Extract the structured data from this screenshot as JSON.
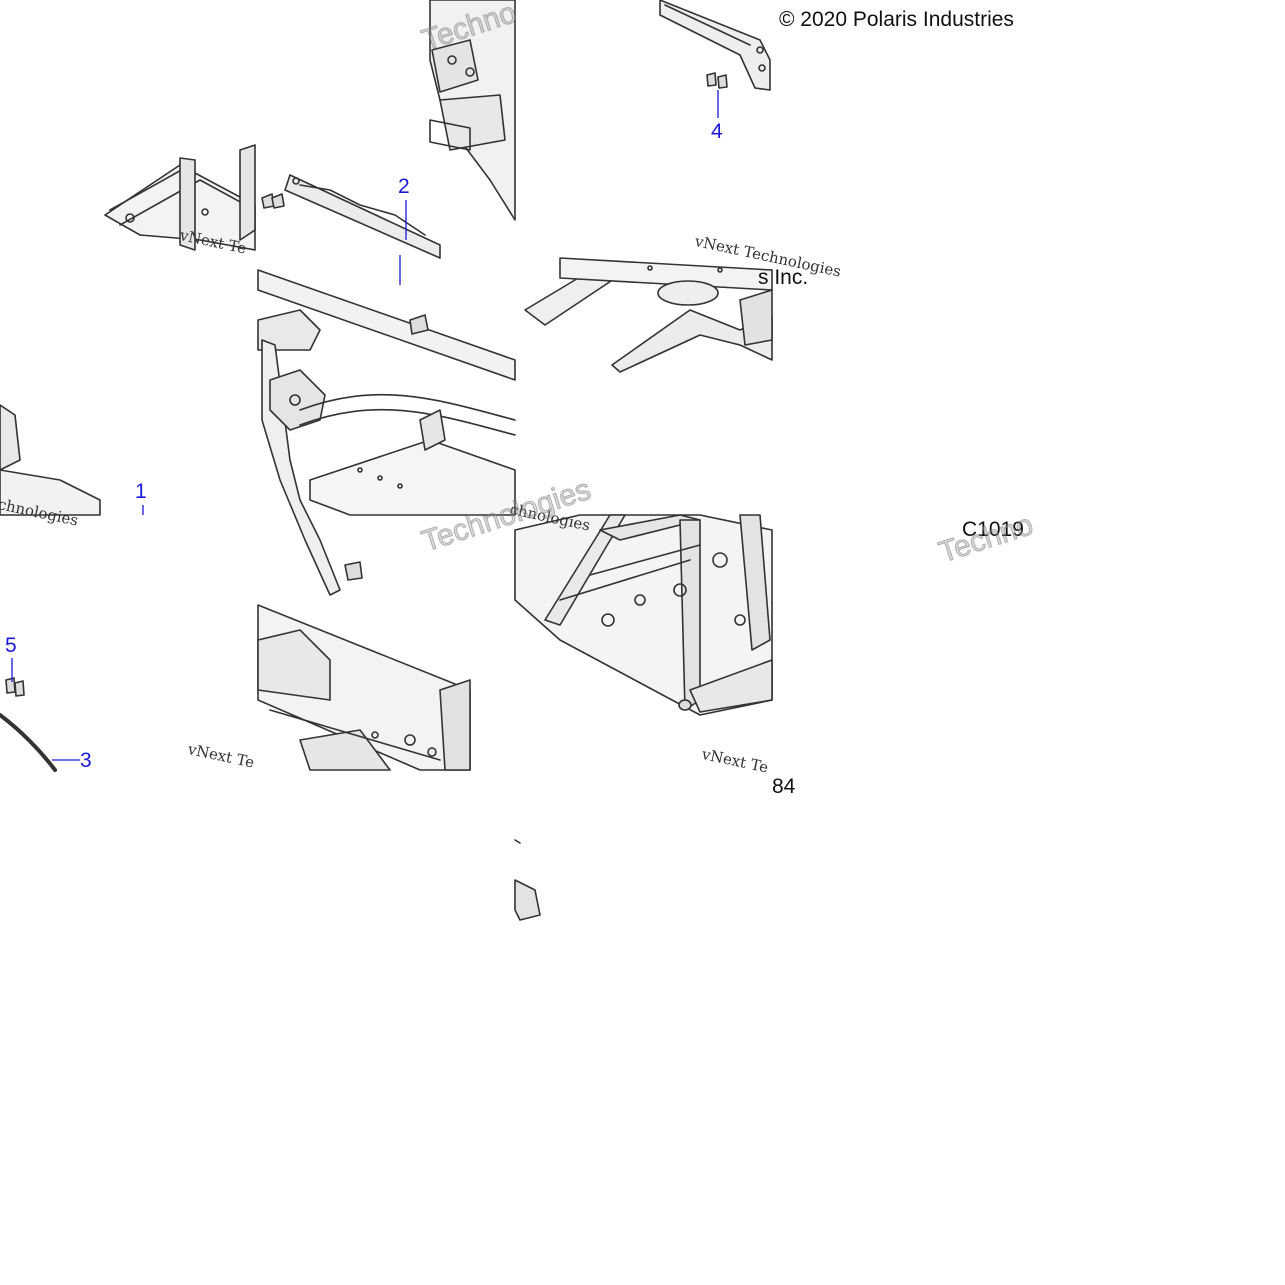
{
  "copyright_line": "© 2020 Polaris Industries",
  "copyright_fragment": "s Inc.",
  "diagram_code": "C1019",
  "page_fragment": "84",
  "callouts": [
    {
      "id": "1",
      "label": "1"
    },
    {
      "id": "2",
      "label": "2"
    },
    {
      "id": "3",
      "label": "3"
    },
    {
      "id": "4",
      "label": "4"
    },
    {
      "id": "5",
      "label": "5"
    }
  ],
  "watermarks": {
    "brand_a": "vNext Technologies",
    "brand_b": "vNext Te",
    "brand_c": "chnologies",
    "brand_d": "Technologies",
    "brand_e": "Techno"
  },
  "colors": {
    "callout": "#1a1adb",
    "frame_line": "#333333",
    "frame_fill": "#f2f2f2",
    "shadow": "#bdbdbd"
  }
}
